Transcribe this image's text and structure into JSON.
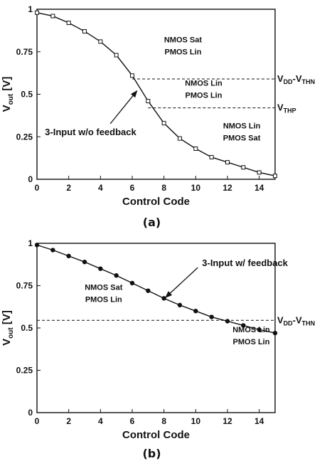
{
  "chart_data": [
    {
      "type": "line",
      "marker": "open-square",
      "caption": "(a)",
      "xlabel": "Control Code",
      "ylabel_main": "V",
      "ylabel_sub": "out",
      "ylabel_unit": " [V]",
      "xlim": [
        0,
        15
      ],
      "ylim": [
        0,
        1
      ],
      "xticks": [
        0,
        2,
        4,
        6,
        8,
        10,
        12,
        14
      ],
      "yticks": [
        0,
        0.25,
        0.5,
        0.75,
        1
      ],
      "ytick_labels": [
        "0",
        "0.25",
        "0.5",
        "0.75",
        "1"
      ],
      "grid": false,
      "x": [
        0,
        1,
        2,
        3,
        4,
        5,
        6,
        7,
        8,
        9,
        10,
        11,
        12,
        13,
        14,
        15
      ],
      "values": [
        0.98,
        0.96,
        0.92,
        0.87,
        0.81,
        0.73,
        0.61,
        0.46,
        0.33,
        0.24,
        0.18,
        0.13,
        0.1,
        0.07,
        0.04,
        0.02
      ],
      "hlines": [
        {
          "y": 0.59,
          "x_start": 6,
          "label_main": "V",
          "label_sub1": "DD",
          "label_mid": "-V",
          "label_sub2": "THN"
        },
        {
          "y": 0.42,
          "x_start": 7,
          "label_main": "V",
          "label_sub1": "THP",
          "label_mid": "",
          "label_sub2": ""
        }
      ],
      "regions": [
        {
          "line1": "NMOS Sat",
          "line2": "PMOS Lin",
          "x": 9.2,
          "y": 0.805
        },
        {
          "line1": "NMOS Lin",
          "line2": "PMOS Lin",
          "x": 10.5,
          "y": 0.55
        },
        {
          "line1": "NMOS Lin",
          "line2": "PMOS Sat",
          "x": 12.9,
          "y": 0.3
        }
      ],
      "arrow_label": {
        "text": "3-Input w/o feedback",
        "x": 0.5,
        "y": 0.26,
        "arrow_to": [
          6.3,
          0.52
        ]
      }
    },
    {
      "type": "line",
      "marker": "filled-circle",
      "caption": "(b)",
      "xlabel": "Control Code",
      "ylabel_main": "V",
      "ylabel_sub": "out",
      "ylabel_unit": " [V]",
      "xlim": [
        0,
        15
      ],
      "ylim": [
        0,
        1
      ],
      "xticks": [
        0,
        2,
        4,
        6,
        8,
        10,
        12,
        14
      ],
      "yticks": [
        0,
        0.25,
        0.5,
        0.75,
        1
      ],
      "ytick_labels": [
        "0",
        "0.25",
        "0.5",
        "0.75",
        "1"
      ],
      "grid": false,
      "x": [
        0,
        1,
        2,
        3,
        4,
        5,
        6,
        7,
        8,
        9,
        10,
        11,
        12,
        13,
        14,
        15
      ],
      "values": [
        0.99,
        0.96,
        0.925,
        0.89,
        0.85,
        0.81,
        0.765,
        0.72,
        0.675,
        0.635,
        0.6,
        0.565,
        0.54,
        0.515,
        0.49,
        0.47
      ],
      "hlines": [
        {
          "y": 0.545,
          "x_start": 0,
          "label_main": "V",
          "label_sub1": "DD",
          "label_mid": "-V",
          "label_sub2": "THN"
        }
      ],
      "regions": [
        {
          "line1": "NMOS Sat",
          "line2": "PMOS Lin",
          "x": 4.2,
          "y": 0.725
        },
        {
          "line1": "NMOS Lin",
          "line2": "PMOS Lin",
          "x": 13.5,
          "y": 0.475
        }
      ],
      "arrow_label": {
        "text": "3-Input w/ feedback",
        "x": 10.4,
        "y": 0.865,
        "arrow_to": [
          8.1,
          0.68
        ]
      }
    }
  ]
}
